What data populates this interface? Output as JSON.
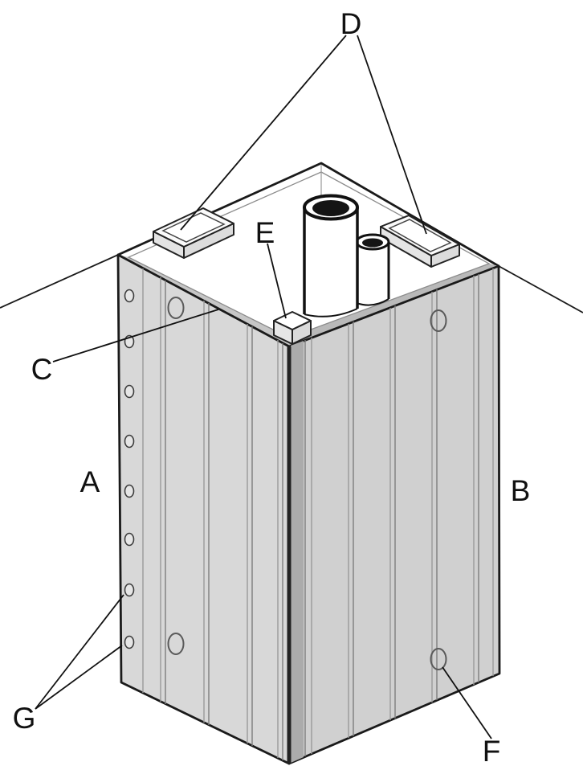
{
  "labels": {
    "a": "A",
    "b": "B",
    "c": "C",
    "d": "D",
    "e": "E",
    "f": "F",
    "g": "G"
  },
  "colors": {
    "outline": "#1a1a1a",
    "face_left": "#d8d8d8",
    "face_right": "#d0d0d0",
    "top_face": "#ffffff",
    "rim_band_left": "#c6c6c6",
    "rim_band_right": "#b9b9b9",
    "corner_shadow": "#ababab",
    "pipe_bore": "#141414"
  }
}
